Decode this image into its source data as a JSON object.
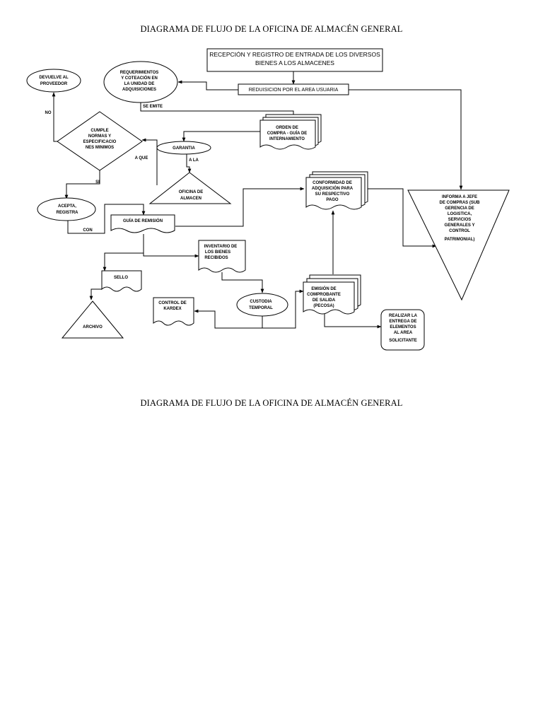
{
  "page": {
    "title_top": "DIAGRAMA DE FLUJO DE LA OFICINA DE ALMACÉN GENERAL",
    "title_bottom": "DIAGRAMA DE FLUJO DE LA OFICINA DE ALMACÉN GENERAL"
  },
  "nodes": {
    "recepcion": [
      "RECEPCIÓN Y REGISTRO DE ENTRADA DE LOS DIVERSOS",
      "BIENES A LOS ALMACENES"
    ],
    "reduisicion": [
      "REDUISICION POR EL AREA USUARIA"
    ],
    "requerimientos": [
      "REQUERIMIENTOS",
      "Y COTEACIÓN EN",
      "LA UNIDAD DE",
      "ADQUISICIONES"
    ],
    "devuelve": [
      "DEVUELVE AL",
      "PROVEEDOR"
    ],
    "orden_compra": [
      "ORDEN DE",
      "COMPRA - GUÍA DE",
      "INTERNAMIENTO"
    ],
    "cumple": [
      "CUMPLE",
      "NORMAS Y",
      "ESPECIFICACIO",
      "NES MINIMOS"
    ],
    "garantia": [
      "GARANTIA"
    ],
    "oficina_almacen": [
      "OFICINA DE",
      "ALMACEN"
    ],
    "conformidad": [
      "CONFORMIDAD DE",
      "ADQUISICIÓN PARA",
      "SU RESPECTIVO",
      "PAGO"
    ],
    "informa": [
      "INFORMA A JEFE",
      "DE COMPRAS (SUB",
      "GERENCIA DE",
      "LOGISTICA,",
      "SERVICIOS",
      "GENERALES Y",
      "CONTROL",
      "PATRIMONIAL)"
    ],
    "acepta": [
      "ACEPTA,",
      "REGISTRA"
    ],
    "guia_remision": [
      "GUÍA DE REMISIÓN"
    ],
    "inventario": [
      "INVENTARIO DE",
      "LOS BIENES",
      "RECIBIDOS"
    ],
    "sello": [
      "SELLO"
    ],
    "archivo": [
      "ARCHIVO"
    ],
    "control_kardex": [
      "CONTROL DE",
      "KARDEX"
    ],
    "custodia": [
      "CUSTODIA",
      "TEMPORAL"
    ],
    "emision": [
      "EMISIÓN DE",
      "COMPROBANTE",
      "DE SALIDA",
      "(PECOSA)"
    ],
    "realizar": [
      "REALIZAR LA",
      "ENTREGA DE",
      "ELEMENTOS",
      "AL AREA",
      "SOLICITANTE"
    ]
  },
  "edge_labels": {
    "se_emite": "SE EMITE",
    "no": "NO",
    "si": "SI",
    "a_que": "A QUE",
    "a_la": "A LA",
    "con": "CON"
  }
}
